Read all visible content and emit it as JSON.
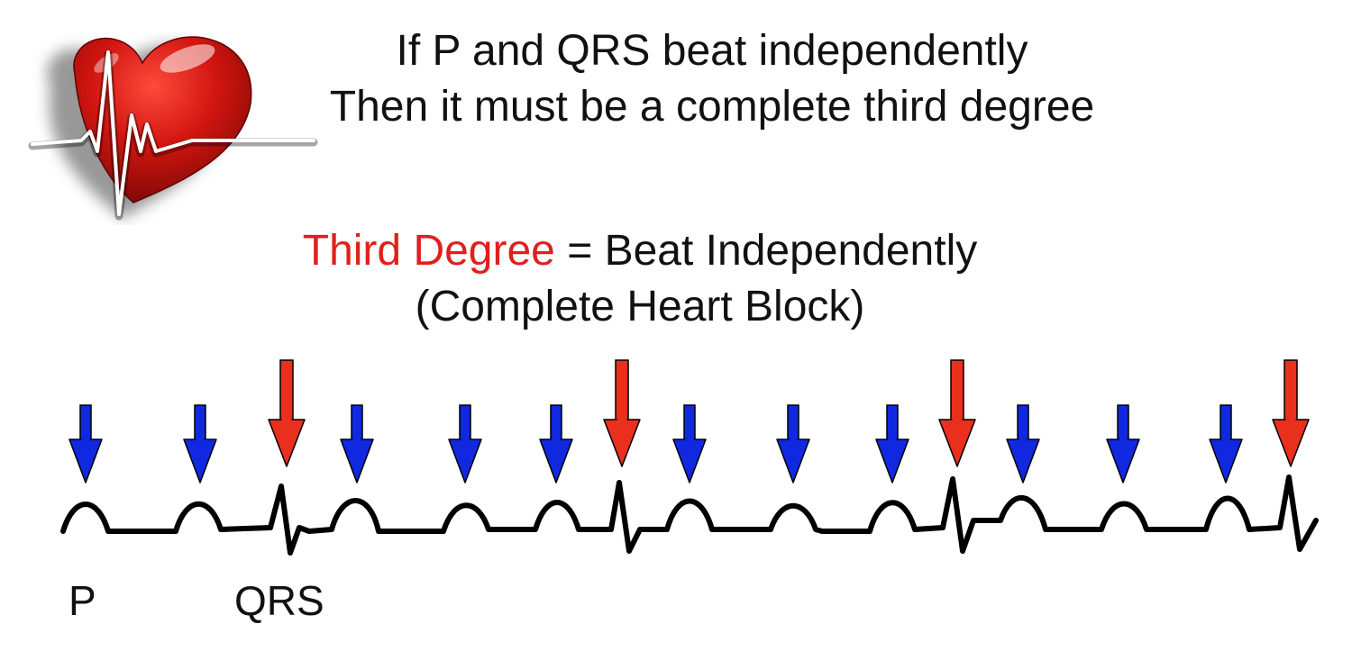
{
  "title": {
    "line1": "If P and QRS beat independently",
    "line2": "Then it must be a complete third degree"
  },
  "definition": {
    "term": "Third Degree",
    "separator": " = ",
    "meaning": "Beat Independently",
    "note": "(Complete Heart Block)"
  },
  "labels": {
    "p": "P",
    "qrs": "QRS"
  },
  "colors": {
    "term": "#e0201b",
    "p_arrow": "#1029e0",
    "qrs_arrow": "#e9301c",
    "trace": "#000000",
    "heart": "#c8140f"
  },
  "icon": "heart-ecg-logo-icon"
}
